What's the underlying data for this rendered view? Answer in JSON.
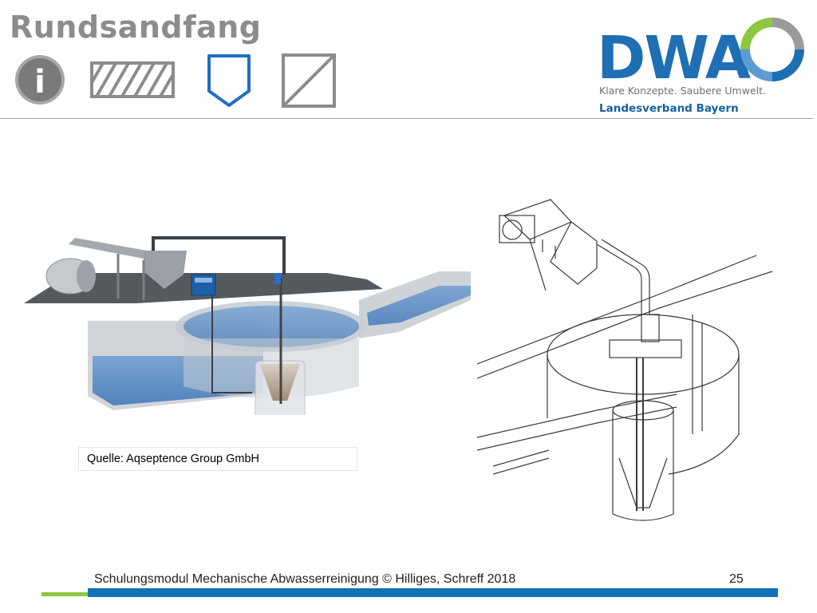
{
  "slide": {
    "title": "Rundsandfang"
  },
  "icons": [
    "info-icon",
    "hatch-pattern-icon",
    "shield-icon",
    "diagonal-box-icon"
  ],
  "logo": {
    "letters": "DWA",
    "tagline": "Klare Konzepte. Saubere Umwelt.",
    "region": "Landesverband Bayern",
    "colors": {
      "blue": "#1e6fb3",
      "green": "#8dc63f",
      "gray": "#9b9b9b"
    }
  },
  "figures": {
    "source_caption": "Quelle: Aqseptence Group GmbH"
  },
  "footer": {
    "text": "Schulungsmodul Mechanische Abwasserreinigung © Hilliges, Schreff  2018",
    "page_number": "25",
    "colors": {
      "accent_green": "#8dc63f",
      "accent_blue": "#1272b6"
    }
  }
}
